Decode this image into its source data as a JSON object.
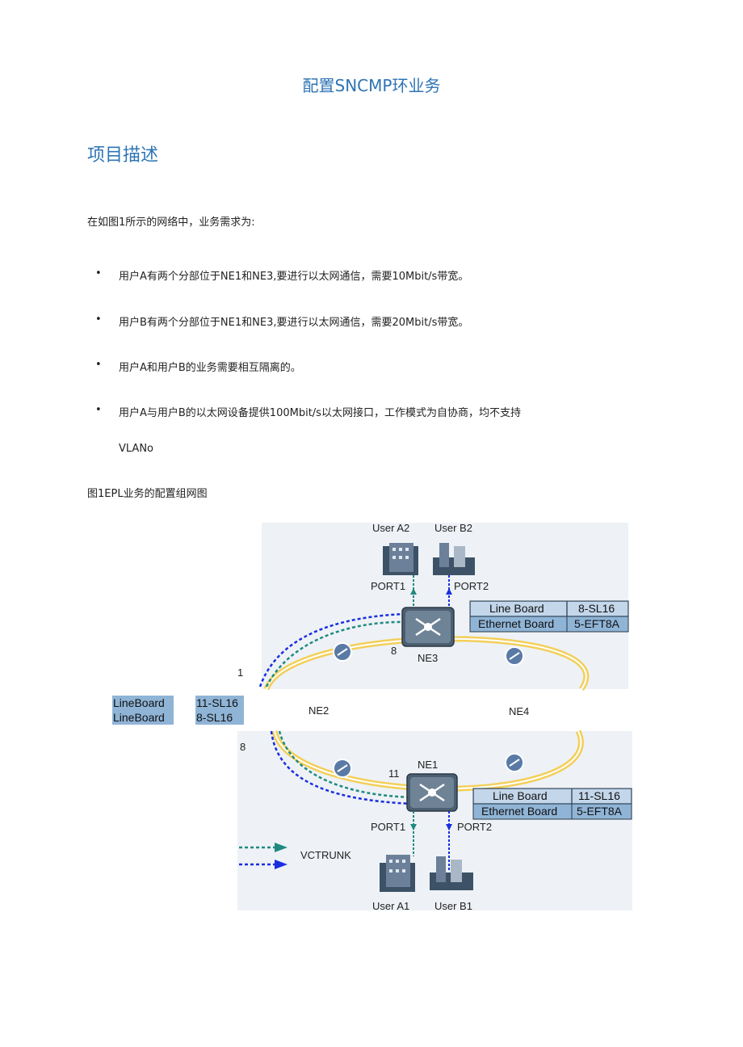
{
  "document": {
    "title": "配置SNCMP环业务",
    "heading": "项目描述",
    "intro": "在如图1所示的网络中，业务需求为:",
    "bullets": [
      "用户A有两个分部位于NE1和NE3,要进行以太网通信，需要10Mbit/s带宽。",
      "用户B有两个分部位于NE1和NE3,要进行以太网通信，需要20Mbit/s带宽。",
      "用户A和用户B的业务需要相互隔离的。",
      "用户A与用户B的以太网设备提供100Mbit/s以太网接口，工作模式为自协商，均不支持"
    ],
    "bullet_continuation": "VLANo",
    "bullet_symbol": "•",
    "figure_caption": "图1EPL业务的配置组网图"
  },
  "diagram": {
    "users": {
      "a2": "User A2",
      "b2": "User B2",
      "a1": "User A1",
      "b1": "User B1"
    },
    "ports": {
      "ne3_port1": "PORT1",
      "ne3_port2": "PORT2",
      "ne1_port1": "PORT1",
      "ne1_port2": "PORT2"
    },
    "nodes": {
      "ne1": "NE1",
      "ne2": "NE2",
      "ne3": "NE3",
      "ne4": "NE4"
    },
    "slot_numbers": {
      "ne3_slot": "8",
      "ne1_slot": "11",
      "ne2_upper": "1",
      "ne2_lower": "8"
    },
    "ne3_table": {
      "row1": [
        "Line Board",
        "8-SL16"
      ],
      "row2": [
        "Ethernet Board",
        "5-EFT8A"
      ]
    },
    "ne1_table": {
      "row1": [
        "Line Board",
        "11-SL16"
      ],
      "row2": [
        "Ethernet Board",
        "5-EFT8A"
      ]
    },
    "ne2_table": {
      "row1": [
        "LineBoard",
        "11-SL16"
      ],
      "row2": [
        "LineBoard",
        "8-SL16"
      ]
    },
    "legend": {
      "label": "VCTRUNK"
    },
    "colors": {
      "link_a": "#1f8a80",
      "link_b": "#1a2ee0",
      "ring": "#f0c44a",
      "table_fill": "#8fb4d6",
      "heading": "#2e74b5"
    }
  }
}
